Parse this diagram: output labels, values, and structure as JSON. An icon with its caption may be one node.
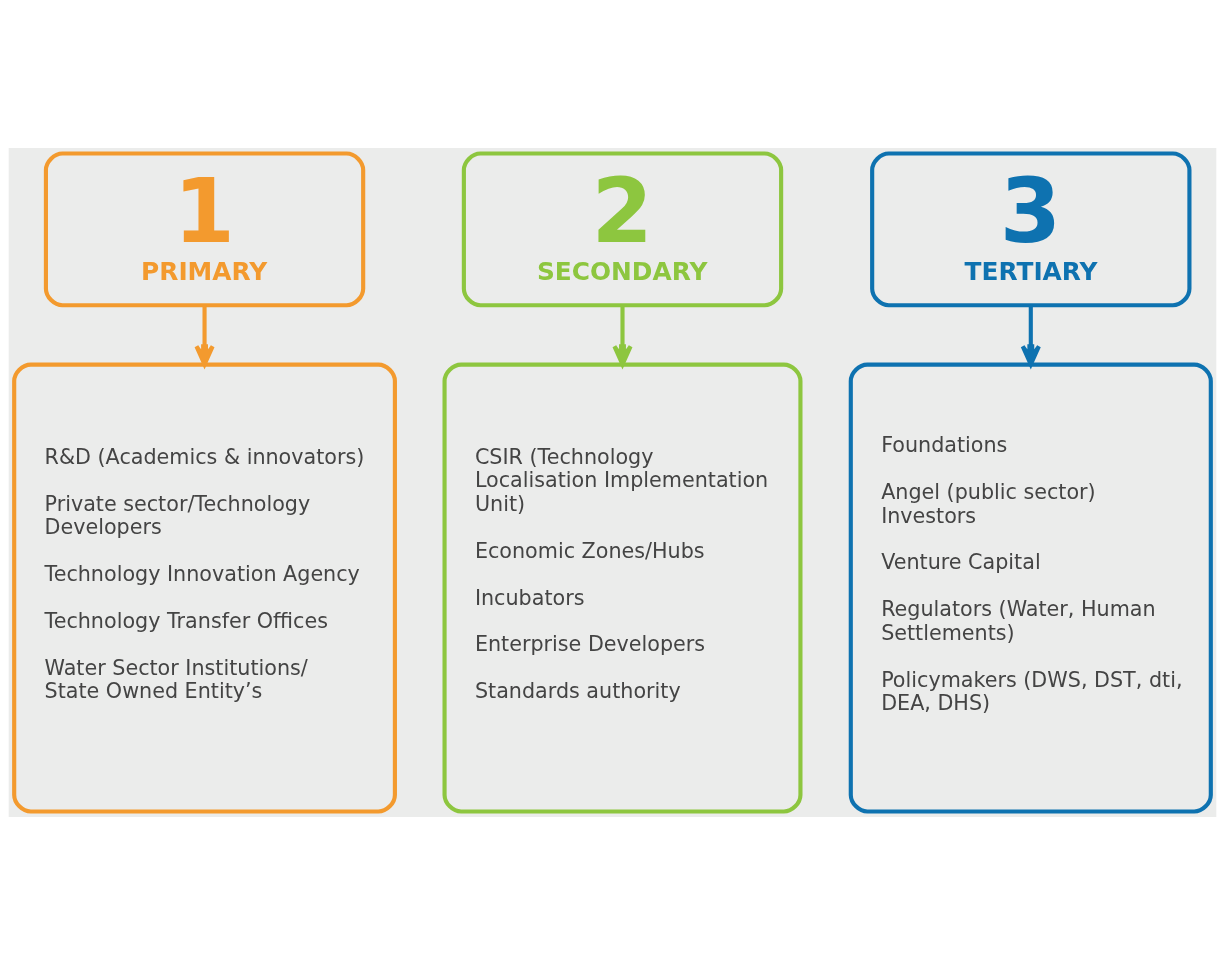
{
  "diagram": {
    "nodes": [
      {
        "text": [
          "1",
          "PRIMARY"
        ]
      },
      {
        "text": [
          "R&D (Academics & innovators)",
          "Private sector/Technology Developers",
          "Technology Innovation Agency",
          "Technology Transfer Offices",
          "Water Sector Institutions/ State Owned Entity’s"
        ]
      },
      {
        "text": [
          "2",
          "SECONDARY"
        ]
      },
      {
        "text": [
          "CSIR (Technology Localisation Implementation Unit)",
          "Economic Zones/Hubs",
          "Incubators",
          "Enterprise Developers",
          "Standards authority"
        ]
      },
      {
        "text": [
          "3",
          "TERTIARY"
        ]
      },
      {
        "text": [
          "Foundations",
          "Angel (public sector) Investors",
          "Venture Capital",
          "Regulators (Water, Human Settlements)",
          "Policymakers (DWS, DST, dti, DEA, DHS)"
        ]
      }
    ],
    "edges": [
      {
        "from": 0,
        "to": 1,
        "arrow": "to",
        "color": "#f39a2e"
      },
      {
        "from": 2,
        "to": 3,
        "arrow": "to",
        "color": "#8dc63f"
      },
      {
        "from": 4,
        "to": 5,
        "arrow": "to",
        "color": "#0e72b0"
      }
    ]
  }
}
